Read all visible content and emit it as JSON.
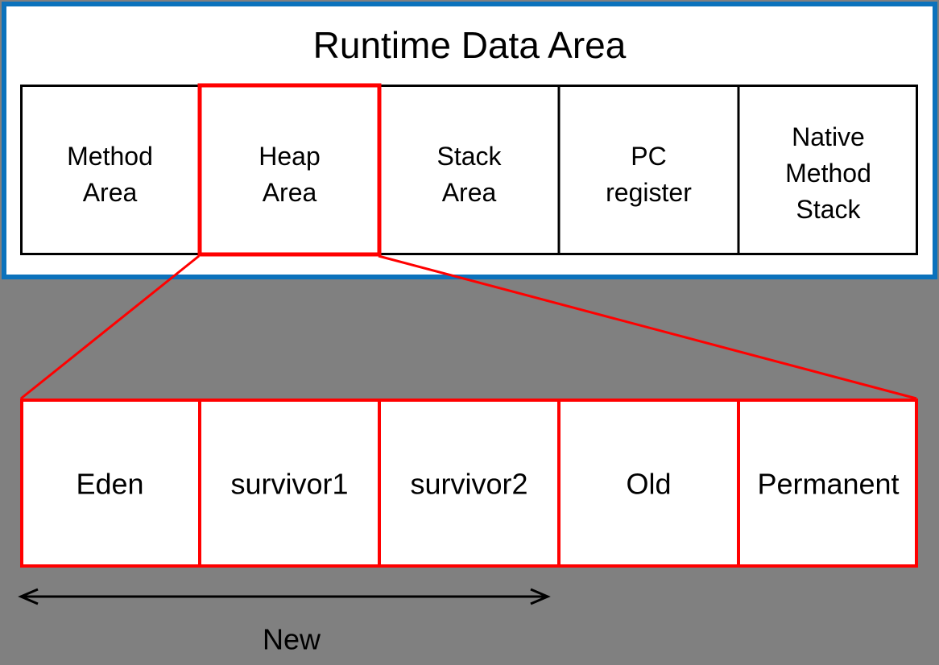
{
  "title": "Runtime Data Area",
  "colors": {
    "background": "#808080",
    "panel_border": "#0B72BC",
    "panel_fill": "#FFFFFF",
    "title_text": "#4F81BD",
    "box_border": "#000000",
    "highlight": "#FF0000",
    "label_text": "#000000",
    "arrow": "#000000"
  },
  "runtime_row": {
    "boxes": [
      {
        "label": "Method Area",
        "lines": [
          "Method",
          "Area"
        ],
        "highlighted": false
      },
      {
        "label": "Heap Area",
        "lines": [
          "Heap",
          "Area"
        ],
        "highlighted": true
      },
      {
        "label": "Stack Area",
        "lines": [
          "Stack",
          "Area"
        ],
        "highlighted": false
      },
      {
        "label": "PC register",
        "lines": [
          "PC",
          "register"
        ],
        "highlighted": false
      },
      {
        "label": "Native Method Stack",
        "lines": [
          "Native",
          "Method",
          "Stack"
        ],
        "highlighted": false
      }
    ]
  },
  "heap_row": {
    "boxes": [
      {
        "label": "Eden"
      },
      {
        "label": "survivor1"
      },
      {
        "label": "survivor2"
      },
      {
        "label": "Old"
      },
      {
        "label": "Permanent"
      }
    ]
  },
  "new_generation": {
    "arrow_label": "New"
  }
}
